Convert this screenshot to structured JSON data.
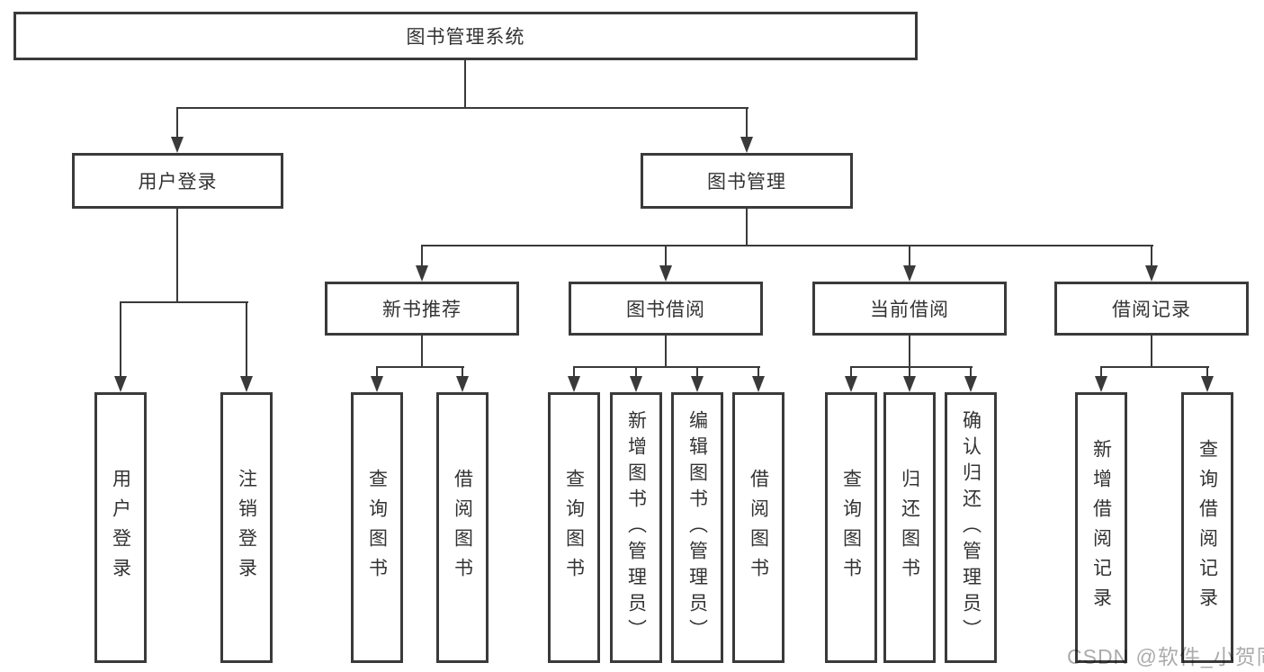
{
  "colors": {
    "line": "#3a3a3a",
    "text": "#333333",
    "watermark": "#ababab",
    "background": "#ffffff"
  },
  "watermark": "CSDN @软件_小贺同学",
  "tree": {
    "root": "图书管理系统",
    "level2": {
      "user": "用户登录",
      "book": "图书管理"
    },
    "level3": {
      "new_book": "新书推荐",
      "borrow": "图书借阅",
      "current": "当前借阅",
      "record": "借阅记录"
    },
    "leaves": {
      "user": [
        "用户登录",
        "注销登录"
      ],
      "new_book": [
        "查询图书",
        "借阅图书"
      ],
      "borrow": [
        "查询图书",
        "新增图书（管理员）",
        "编辑图书（管理员）",
        "借阅图书"
      ],
      "current": [
        "查询图书",
        "归还图书",
        "确认归还（管理员）"
      ],
      "record": [
        "新增借阅记录",
        "查询借阅记录"
      ]
    }
  }
}
